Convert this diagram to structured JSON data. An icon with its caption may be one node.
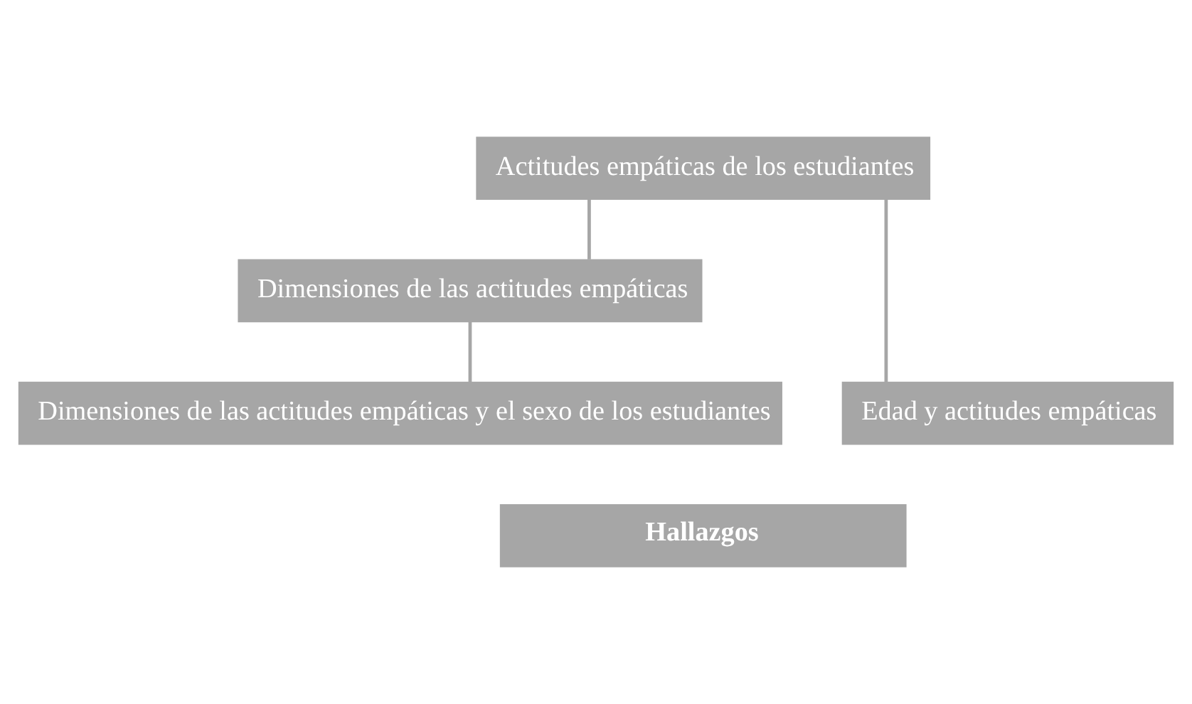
{
  "diagram": {
    "nodes": [
      {
        "text": [
          "Actitudes empáticas de los estudiantes"
        ]
      },
      {
        "text": [
          "Dimensiones de las actitudes empáticas"
        ]
      },
      {
        "text": [
          "Edad y actitudes empáticas"
        ]
      },
      {
        "text": [
          "Dimensiones de las actitudes empáticas y el sexo de los estudiantes"
        ]
      },
      {
        "text": [
          "Hallazgos"
        ]
      }
    ],
    "edges": [
      {
        "from": 0,
        "to": 1,
        "arrow": "none"
      },
      {
        "from": 0,
        "to": 2,
        "arrow": "none"
      },
      {
        "from": 1,
        "to": 3,
        "arrow": "none"
      }
    ]
  }
}
